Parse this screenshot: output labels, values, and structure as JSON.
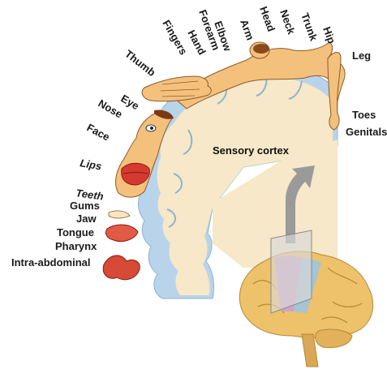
{
  "diagram": {
    "title": "Sensory cortex",
    "labels": {
      "hip": "Hip",
      "trunk": "Trunk",
      "neck": "Neck",
      "head": "Head",
      "arm": "Arm",
      "elbow": "Elbow",
      "forearm": "Forearm",
      "hand": "Hand",
      "fingers": "Fingers",
      "thumb": "Thumb",
      "eye": "Eye",
      "nose": "Nose",
      "face": "Face",
      "lips": "Lips",
      "teeth": "Teeth",
      "gums": "Gums",
      "jaw": "Jaw",
      "tongue": "Tongue",
      "pharynx": "Pharynx",
      "intra_abdominal": "Intra-abdominal",
      "leg": "Leg",
      "toes": "Toes",
      "genitals": "Genitals"
    },
    "colors": {
      "cortex_fill": "#f6e8c8",
      "cortex_band": "#b9d4ea",
      "skin": "#f4c17d",
      "lips": "#d63a2e",
      "brain": "#eec26a",
      "arrow": "#9a9a9a"
    }
  }
}
